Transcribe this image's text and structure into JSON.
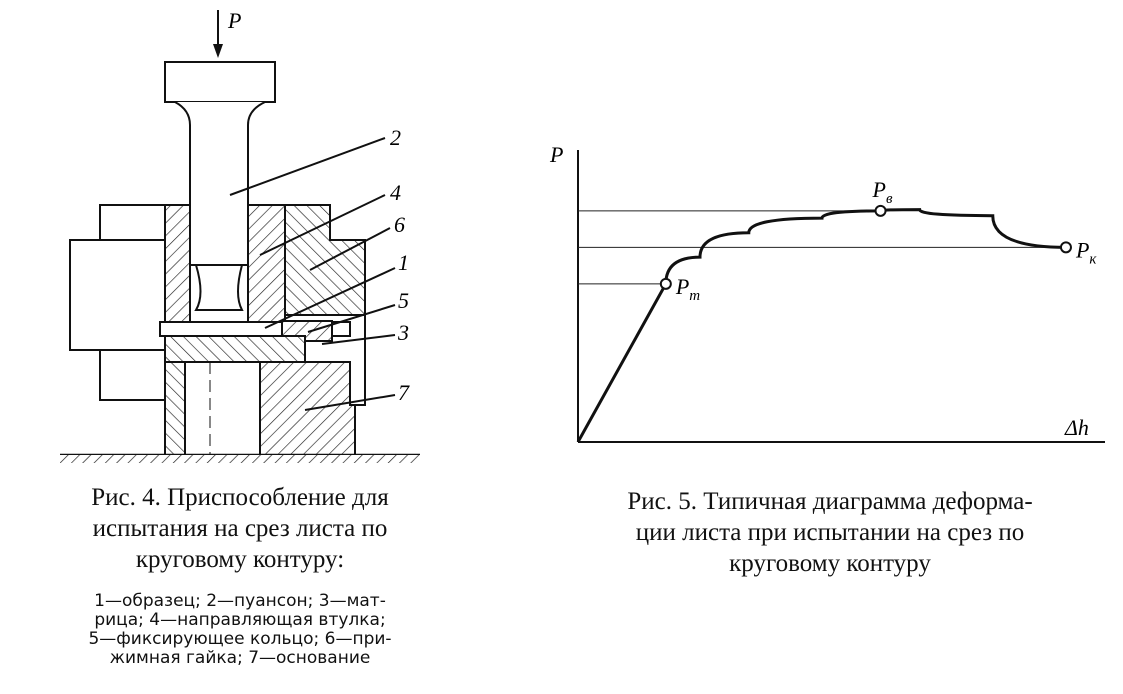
{
  "figure4": {
    "caption_lines": [
      "Рис. 4. Приспособление для",
      "испытания на срез листа по",
      "круговому контуру:"
    ],
    "legend_lines": [
      "1—образец; 2—пуансон; 3—мат-",
      "рица; 4—направляющая втулка;",
      "5—фиксирующее кольцо; 6—при-",
      "жимная гайка; 7—основание"
    ],
    "force_label": "P",
    "part_numbers": [
      "2",
      "4",
      "6",
      "1",
      "5",
      "3",
      "7"
    ]
  },
  "figure5": {
    "caption_lines": [
      "Рис. 5. Типичная диаграмма деформа-",
      "ции листа при испытании на срез по",
      "круговому контуру"
    ],
    "y_axis_label": "P",
    "x_axis_label": "Δh",
    "points": [
      {
        "label": "P",
        "sub": "т"
      },
      {
        "label": "P",
        "sub": "в"
      },
      {
        "label": "P",
        "sub": "к"
      }
    ]
  },
  "chart_data": {
    "type": "line",
    "title": "",
    "xlabel": "Δh",
    "ylabel": "P",
    "grid": false,
    "series": [
      {
        "x": [
          0,
          0.18,
          0.25,
          0.35,
          0.5,
          0.62,
          0.7,
          0.85,
          1.0
        ],
        "y": [
          0,
          0.65,
          0.76,
          0.86,
          0.92,
          0.95,
          0.955,
          0.93,
          0.8
        ]
      }
    ],
    "annotations": [
      {
        "text": "Pт",
        "x": 0.18,
        "y": 0.65
      },
      {
        "text": "Pв",
        "x": 0.62,
        "y": 0.95
      },
      {
        "text": "Pк",
        "x": 1.0,
        "y": 0.8
      }
    ],
    "xlim": [
      0,
      1.08
    ],
    "ylim": [
      0,
      1.2
    ]
  }
}
